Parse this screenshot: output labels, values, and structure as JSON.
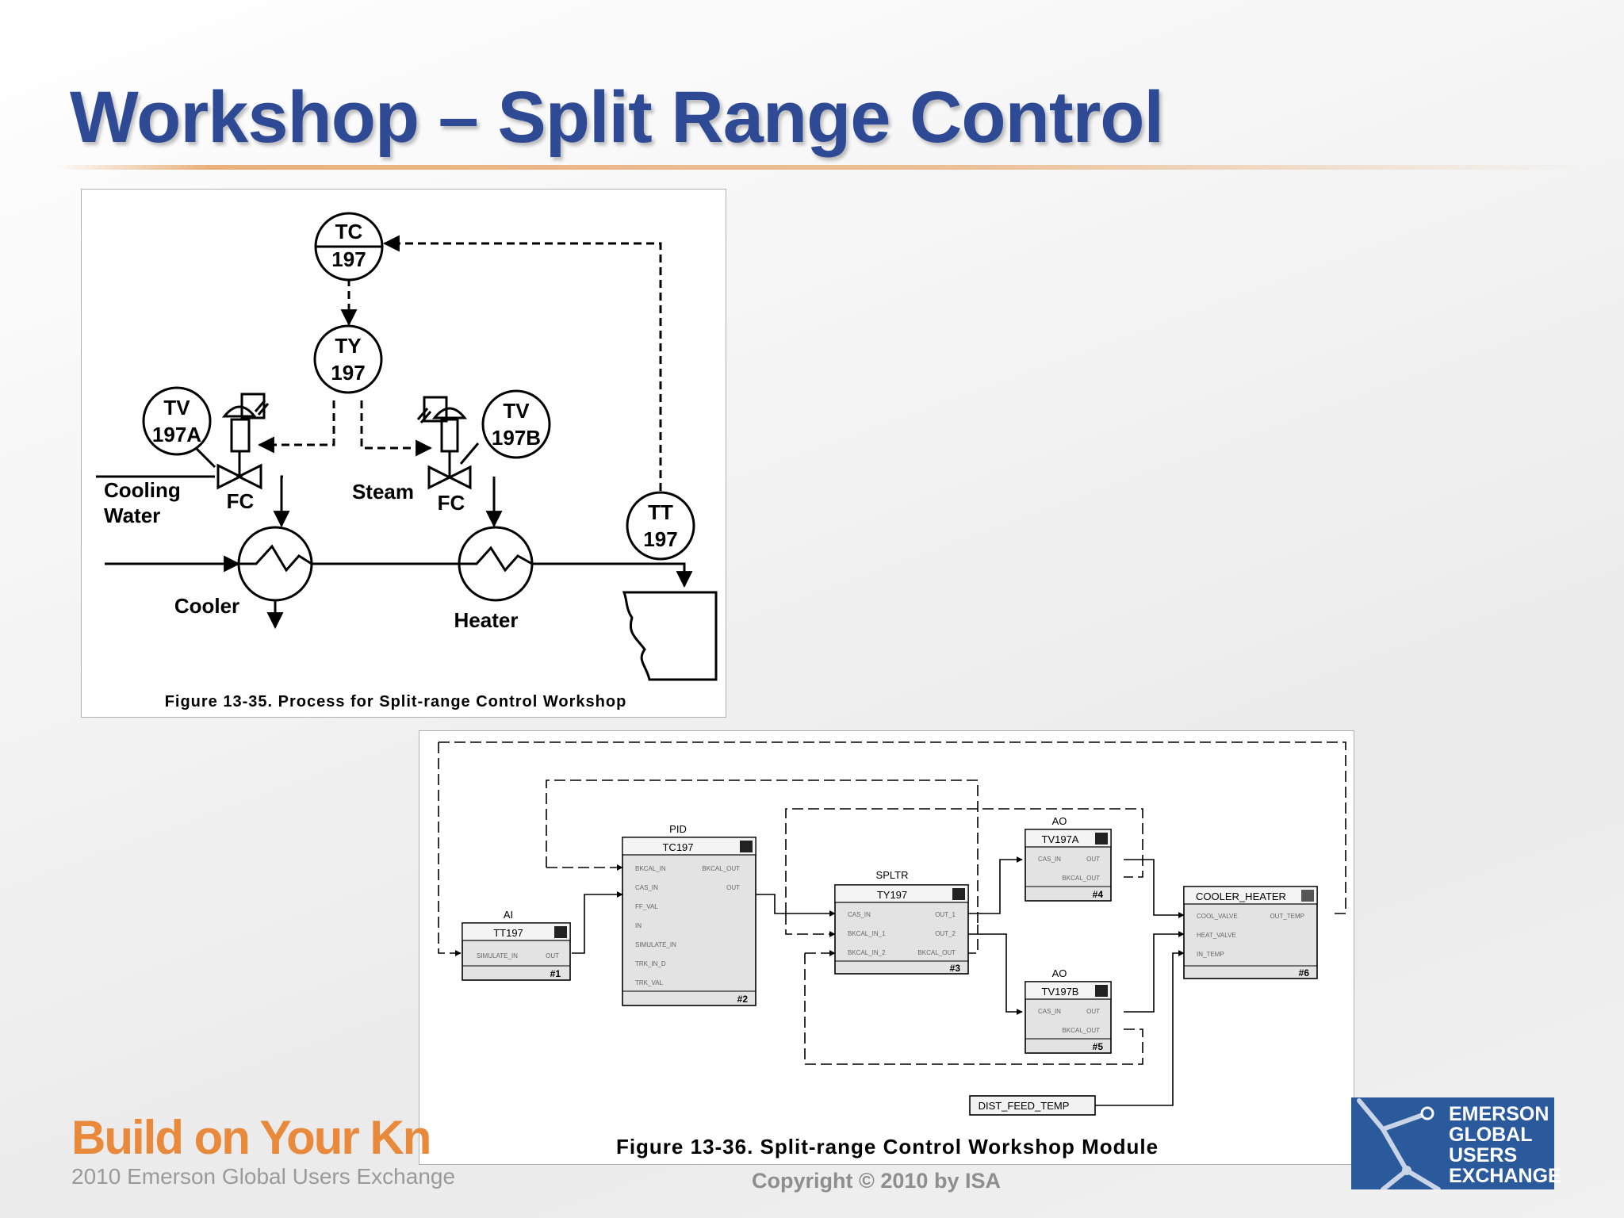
{
  "slide": {
    "title": "Workshop – Split Range Control",
    "brand": "Build on Your Kn",
    "brand_sub": "2010 Emerson Global Users Exchange",
    "copyright": "Copyright © 2010 by ISA",
    "logo_lines": [
      "EMERSON",
      "GLOBAL",
      "USERS",
      "EXCHANGE"
    ]
  },
  "figure1": {
    "caption": "Figure 13-35. Process for Split-range Control Workshop",
    "tc_tag": "TC",
    "tc_num": "197",
    "ty_tag": "TY",
    "ty_num": "197",
    "tva_tag": "TV",
    "tva_num": "197A",
    "tvb_tag": "TV",
    "tvb_num": "197B",
    "tt_tag": "TT",
    "tt_num": "197",
    "cooling_1": "Cooling",
    "cooling_2": "Water",
    "steam": "Steam",
    "fc_a": "FC",
    "fc_b": "FC",
    "cooler": "Cooler",
    "heater": "Heater"
  },
  "figure2": {
    "caption": "Figure 13-36. Split-range Control Workshop Module",
    "ai": {
      "type": "AI",
      "tag": "TT197",
      "num": "#1",
      "in1": "SIMULATE_IN",
      "out1": "OUT"
    },
    "pid": {
      "type": "PID",
      "tag": "TC197",
      "num": "#2",
      "ins": [
        "BKCAL_IN",
        "CAS_IN",
        "FF_VAL",
        "IN",
        "SIMULATE_IN",
        "TRK_IN_D",
        "TRK_VAL"
      ],
      "outs": [
        "BKCAL_OUT",
        "OUT"
      ]
    },
    "spltr": {
      "type": "SPLTR",
      "tag": "TY197",
      "num": "#3",
      "ins": [
        "CAS_IN",
        "BKCAL_IN_1",
        "BKCAL_IN_2"
      ],
      "outs": [
        "OUT_1",
        "OUT_2",
        "BKCAL_OUT"
      ]
    },
    "ao1": {
      "type": "AO",
      "tag": "TV197A",
      "num": "#4",
      "in1": "CAS_IN",
      "outs": [
        "OUT",
        "BKCAL_OUT"
      ]
    },
    "ao2": {
      "type": "AO",
      "tag": "TV197B",
      "num": "#5",
      "in1": "CAS_IN",
      "outs": [
        "OUT",
        "BKCAL_OUT"
      ]
    },
    "ch": {
      "tag": "COOLER_HEATER",
      "num": "#6",
      "ins": [
        "COOL_VALVE",
        "HEAT_VALVE",
        "IN_TEMP"
      ],
      "outs": [
        "OUT_TEMP"
      ]
    },
    "dist": "DIST_FEED_TEMP"
  }
}
